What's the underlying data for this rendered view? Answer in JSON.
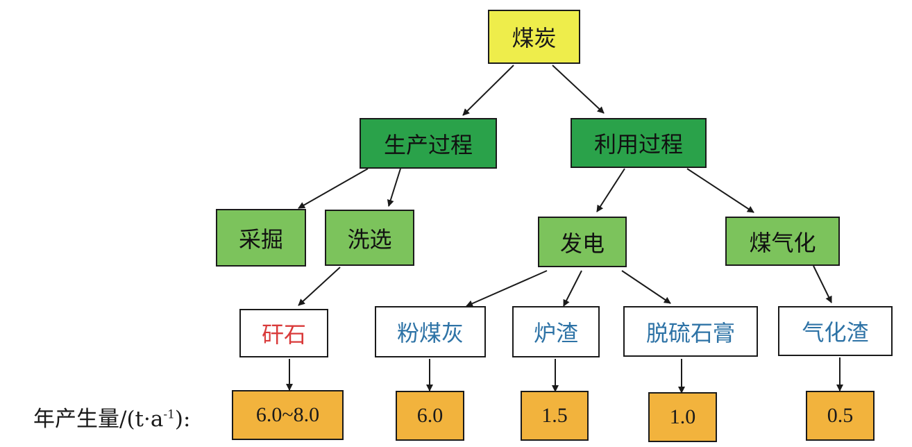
{
  "root": "煤炭",
  "level1": [
    "生产过程",
    "利用过程"
  ],
  "level2": [
    "采掘",
    "洗选",
    "发电",
    "煤气化"
  ],
  "level3": [
    "矸石",
    "粉煤灰",
    "炉渣",
    "脱硫石膏",
    "气化渣"
  ],
  "values": [
    "6.0~8.0",
    "6.0",
    "1.5",
    "1.0",
    "0.5"
  ],
  "row_label": {
    "prefix": "年产生量/(t·a",
    "exp": "-1",
    "suffix": "):"
  },
  "colors": {
    "root": "#eeed4b",
    "level1": "#2aa24a",
    "level2": "#7cc35c",
    "value": "#f2b33d",
    "text_blue": "#2e73a6",
    "text_red": "#d93a3a"
  }
}
